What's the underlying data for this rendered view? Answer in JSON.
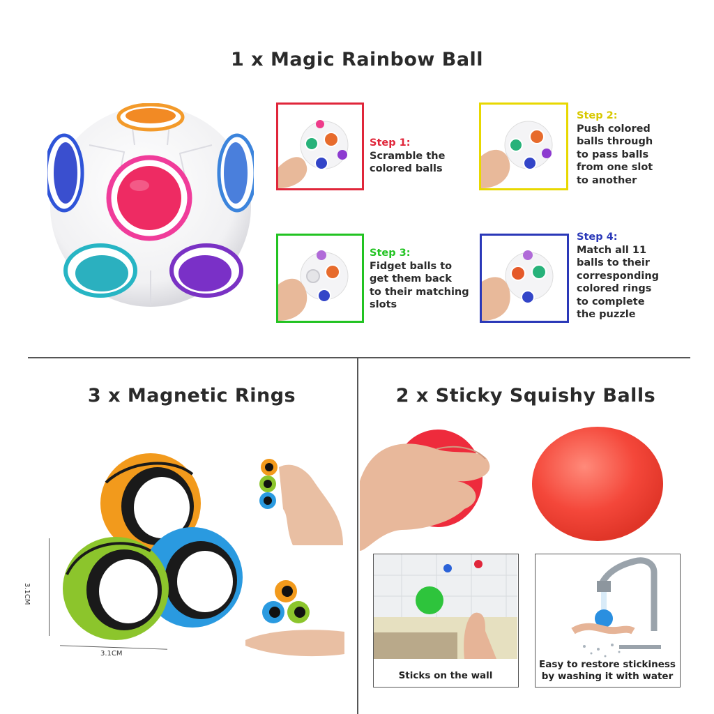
{
  "rainbow_ball": {
    "heading": "1 x Magic Rainbow Ball",
    "steps": [
      {
        "title": "Step 1:",
        "text": [
          "Scramble the",
          "colored balls"
        ],
        "color": "#e0263a"
      },
      {
        "title": "Step 2:",
        "text": [
          "Push colored",
          "balls through",
          "to pass balls",
          "from one slot",
          "to another"
        ],
        "color": "#e8d800"
      },
      {
        "title": "Step 3:",
        "text": [
          "Fidget balls to",
          "get them back",
          "to their matching",
          "slots"
        ],
        "color": "#22c322"
      },
      {
        "title": "Step 4:",
        "text": [
          "Match all 11",
          "balls to their",
          "corresponding",
          "colored rings",
          "to complete",
          "the puzzle"
        ],
        "color": "#2a38b8"
      }
    ]
  },
  "magnetic_rings": {
    "heading": "3 x Magnetic Rings",
    "dim_height": "3.1CM",
    "dim_width": "3.1CM"
  },
  "squishy_balls": {
    "heading": "2 x Sticky Squishy Balls",
    "caption_wall": "Sticks on the wall",
    "caption_wash": [
      "Easy to restore stickiness",
      "by washing it with water"
    ]
  }
}
